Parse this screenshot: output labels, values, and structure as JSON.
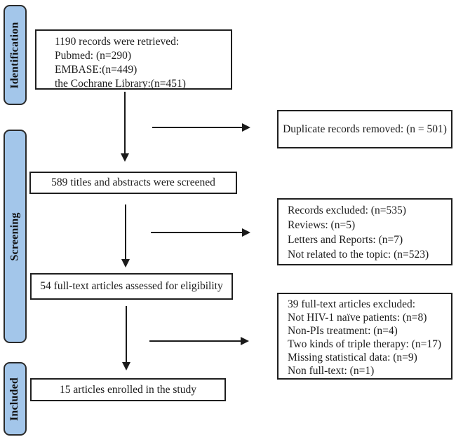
{
  "figure": {
    "type": "prisma-flow-diagram",
    "colors": {
      "stage_fill": "#a3c6ea",
      "stage_border": "#2a2a2a",
      "box_border": "#1f1f1f",
      "arrow": "#1a1a1a",
      "background": "#ffffff",
      "text": "#1c1c1c"
    },
    "stages": {
      "identification": "Identification",
      "screening": "Screening",
      "included": "Included"
    },
    "boxes": {
      "records_retrieved": {
        "lines": [
          "1190 records were retrieved:",
          "Pubmed: (n=290)",
          "EMBASE:(n=449)",
          "the Cochrane Library:(n=451)"
        ]
      },
      "duplicates_removed": {
        "text": "Duplicate records removed: (n = 501)"
      },
      "titles_screened": {
        "text": "589 titles and abstracts were screened"
      },
      "records_excluded": {
        "lines": [
          "Records excluded: (n=535)",
          "Reviews: (n=5)",
          "Letters and Reports: (n=7)",
          "Not related to the topic: (n=523)"
        ]
      },
      "fulltext_assessed": {
        "text": "54 full-text articles assessed for eligibility"
      },
      "fulltext_excluded": {
        "lines": [
          "39 full-text articles excluded:",
          "Not HIV-1 naïve patients: (n=8)",
          "Non-PIs treatment: (n=4)",
          "Two kinds of triple therapy: (n=17)",
          "Missing statistical data: (n=9)",
          "Non full-text: (n=1)"
        ]
      },
      "articles_enrolled": {
        "text": "15 articles enrolled in the study"
      }
    }
  }
}
